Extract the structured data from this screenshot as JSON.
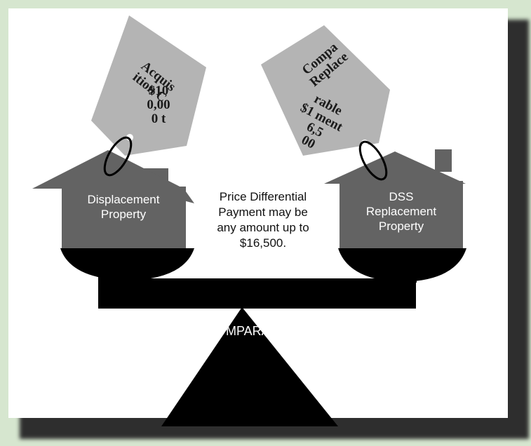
{
  "colors": {
    "background": "#d6e6cf",
    "card": "#ffffff",
    "house": "#636363",
    "tag": "#b4b4b4",
    "scale": "#000000",
    "shadow": "#2e2e2e"
  },
  "left_house": {
    "label_line1": "Displacement",
    "label_line2": "Property"
  },
  "right_house": {
    "label_line1": "DSS",
    "label_line2": "Replacement",
    "label_line3": "Property"
  },
  "center": {
    "line1": "Price Differential",
    "line2": "Payment may be",
    "line3": "any amount up to",
    "line4": "$16,500."
  },
  "left_tag": {
    "line1": "Acquis",
    "line2": "ition C",
    "line3": "$10",
    "line4": "0,00",
    "line5": "0 t"
  },
  "right_tag": {
    "line1": "Compa",
    "line2": "Replace",
    "line3": "rable",
    "line4": "$1 ment",
    "line5": "6,5",
    "line6": "00"
  },
  "fulcrum_label": "MPARA"
}
